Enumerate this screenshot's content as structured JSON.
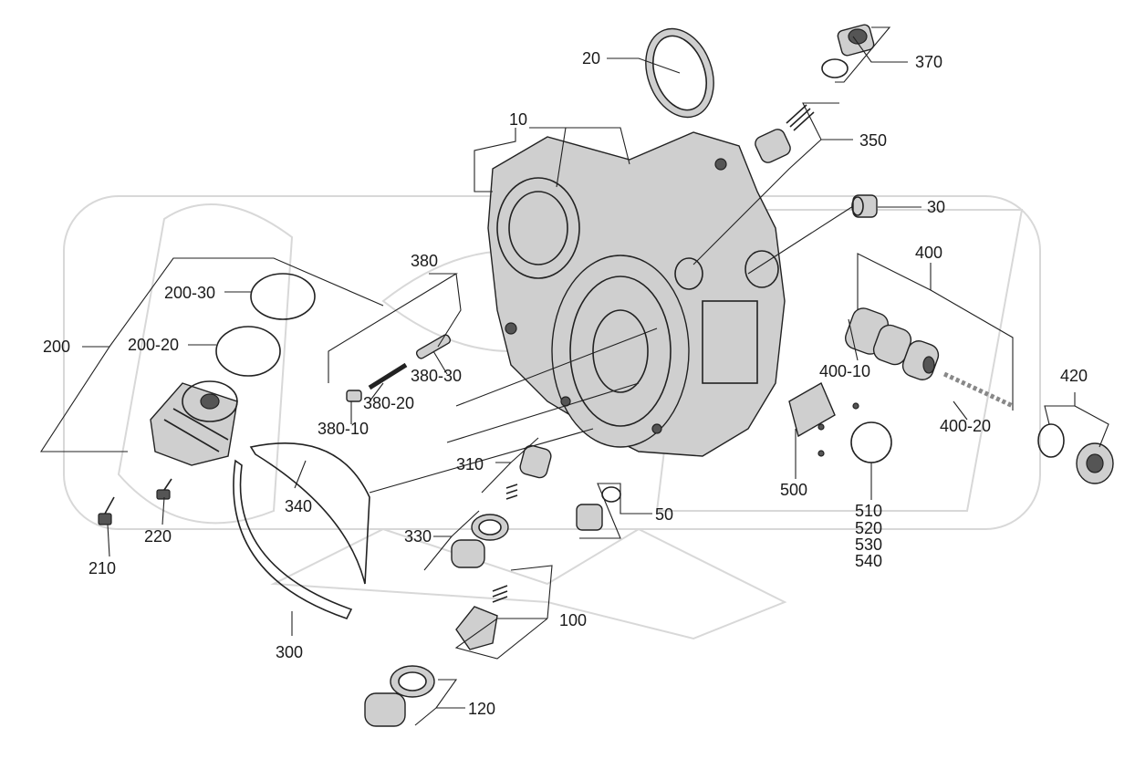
{
  "diagram": {
    "callouts": {
      "c10": "10",
      "c20": "20",
      "c30": "30",
      "c50": "50",
      "c100": "100",
      "c120": "120",
      "c200": "200",
      "c200_20": "200-20",
      "c200_30": "200-30",
      "c210": "210",
      "c220": "220",
      "c300": "300",
      "c310": "310",
      "c330": "330",
      "c340": "340",
      "c350": "350",
      "c370": "370",
      "c380": "380",
      "c380_10": "380-10",
      "c380_20": "380-20",
      "c380_30": "380-30",
      "c400": "400",
      "c400_10": "400-10",
      "c400_20": "400-20",
      "c420": "420",
      "c500": "500",
      "c510": "510",
      "c520": "520",
      "c530": "530",
      "c540": "540"
    }
  }
}
